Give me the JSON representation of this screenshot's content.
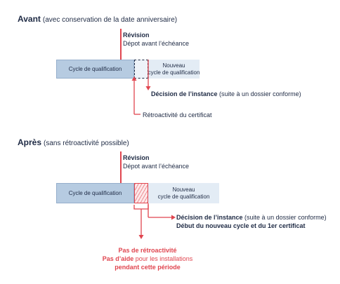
{
  "avant": {
    "title": "Avant",
    "subtitle": "(avec conservation de la date anniversaire)",
    "revision_title": "Révision",
    "revision_sub": "Dépot avant l’échéance",
    "cycle_label": "Cycle de qualification",
    "new_cycle_line1": "Nouveau",
    "new_cycle_line2": "cycle de qualification",
    "decision_bold": "Décision de l’instance",
    "decision_rest": "(suite à un dossier conforme)",
    "retro_label": "Rétroactivité du certificat"
  },
  "apres": {
    "title": "Après",
    "subtitle": "(sans rétroactivité possible)",
    "revision_title": "Révision",
    "revision_sub": "Dépot avant l’échéance",
    "cycle_label": "Cycle de qualification",
    "new_cycle_line1": "Nouveau",
    "new_cycle_line2": "cycle de qualification",
    "decision_bold": "Décision de l’instance",
    "decision_rest": "(suite à un dossier conforme)",
    "debut_label": "Début du nouveau cycle et du 1er certificat",
    "warn_line1": "Pas de rétroactivité",
    "warn_line2_bold": "Pas d’aide",
    "warn_line2_rest": "pour les installations",
    "warn_line3": "pendant cette période"
  },
  "colors": {
    "navy": "#1e2a44",
    "red": "#e0454f",
    "cycle_blue": "#b6cbe1",
    "new_cycle_blue": "#e3ecf5"
  }
}
